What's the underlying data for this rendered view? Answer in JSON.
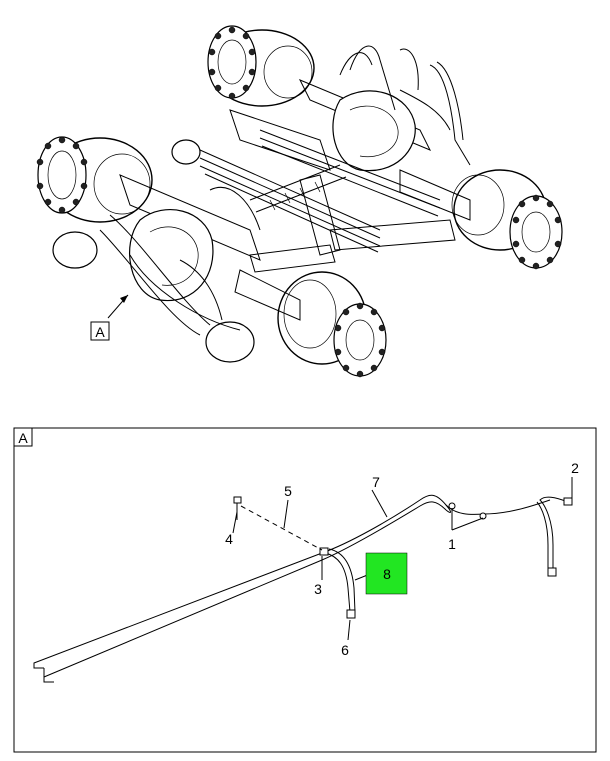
{
  "view_label_top": "A",
  "detail": {
    "frame_label": "A",
    "highlight_color": "#22e622",
    "callouts": [
      {
        "id": "c1",
        "text": "1"
      },
      {
        "id": "c2",
        "text": "2"
      },
      {
        "id": "c3",
        "text": "3"
      },
      {
        "id": "c4",
        "text": "4"
      },
      {
        "id": "c5",
        "text": "5"
      },
      {
        "id": "c6",
        "text": "6"
      },
      {
        "id": "c7",
        "text": "7"
      },
      {
        "id": "c8",
        "text": "8"
      }
    ]
  }
}
